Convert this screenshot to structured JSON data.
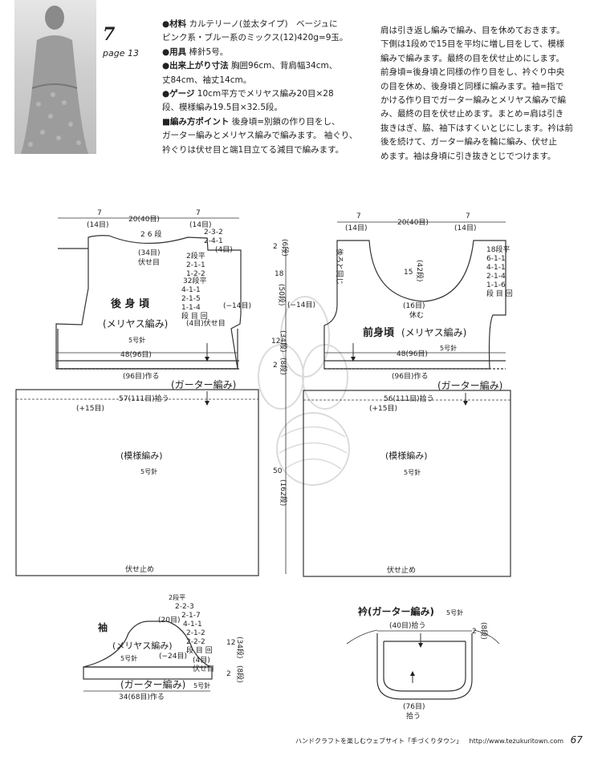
{
  "header": {
    "number": "7",
    "page_ref": "page 13"
  },
  "instructions_left": [
    {
      "lead": "●材料",
      "text": " カルテリーノ(並太タイプ)　ベージュに"
    },
    {
      "lead": "",
      "text": "ピンク系・ブルー系のミックス(12)420g=9玉。"
    },
    {
      "lead": "●用具",
      "text": " 棒針5号。"
    },
    {
      "lead": "●出来上がり寸法",
      "text": " 胸囲96cm、背肩幅34cm、"
    },
    {
      "lead": "",
      "text": "丈84cm、袖丈14cm。"
    },
    {
      "lead": "●ゲージ",
      "text": " 10cm平方でメリヤス編み20目×28"
    },
    {
      "lead": "",
      "text": "段、模様編み19.5目×32.5段。"
    },
    {
      "lead": "■編み方ポイント",
      "text": " 後身頃=別鎖の作り目をし、"
    },
    {
      "lead": "",
      "text": "ガーター編みとメリヤス編みで編みます。 袖ぐり、"
    },
    {
      "lead": "",
      "text": "衿ぐりは伏せ目と端1目立てる減目で編みます。"
    }
  ],
  "instructions_right": [
    "肩は引き返し編みで編み、目を休めておきます。",
    "下側は1段めで15目を平均に増し目をして、模様",
    "編みで編みます。最終の目を伏せ止めにします。",
    "前身頃=後身頃と同様の作り目をし、衿ぐり中央",
    "の目を休め、後身頃と同様に編みます。袖=指で",
    "かける作り目でガーター編みとメリヤス編みで編",
    "み、最終の目を伏せ止めます。まとめ=肩は引き",
    "抜きはぎ、脇、袖下はすくいとじにします。衿は前",
    "後を続けて、ガーター編みを輪に編み、伏せ止",
    "めます。袖は身頃に引き抜きとじでつけます。"
  ],
  "back": {
    "title": "後 身 頃",
    "stitch": "(メリヤス編み)",
    "needle": "5号針",
    "shoulder_left": "7",
    "shoulder_left_st": "(14目)",
    "neck_width": "20(40目)",
    "shoulder_right": "7",
    "shoulder_right_st": "(14目)",
    "neck_rows_a": "2",
    "neck_rows_b": "6",
    "neck_rows_c": "段",
    "neck_bind": "(34目)",
    "neck_bind2": "伏せ目",
    "shoulder_decs": [
      "2-3-2",
      "2-4-1",
      "(4目)"
    ],
    "neck_decs": [
      "2段平",
      "2-1-1",
      "1-2-2"
    ],
    "arm_decs": [
      "32段平",
      "4-1-1",
      "2-1-5",
      "1-1-4",
      "段 目 回"
    ],
    "arm_bind": "(4目)伏せ目",
    "arm_change": "(−14目)",
    "width": "48(96目)",
    "cast_on": "(96目)作る",
    "garter": "(ガーター編み)"
  },
  "front": {
    "title": "前身頃",
    "stitch": "(メリヤス編み)",
    "needle": "5号針",
    "shoulder_left": "7",
    "shoulder_left_st": "(14目)",
    "neck_width": "20(40目)",
    "shoulder_right": "7",
    "shoulder_right_st": "(14目)",
    "arm_change": "(−14目)",
    "neck_side": "後ろと同じ",
    "neck_depth": "15",
    "neck_depth_rows": "(42段)",
    "neck_rest": "(16目)",
    "neck_rest2": "休む",
    "neck_decs": [
      "18段平",
      "6-1-1",
      "4-1-1",
      "2-1-4",
      "1-1-6",
      "段 目 回"
    ],
    "width": "48(96目)",
    "cast_on": "(96目)作る",
    "garter": "(ガーター編み)"
  },
  "center_dims": {
    "top_rows": "2",
    "top_rows_st": "(6段)",
    "armhole": "18",
    "armhole_rows": "(50段)",
    "body": "12",
    "body_rows": "(34段)",
    "garter": "2",
    "garter_rows": "(8段)",
    "skirt": "50",
    "skirt_rows": "(162段)"
  },
  "back_skirt": {
    "pickup": "57(111目)拾う",
    "increase": "(+15目)",
    "pattern": "(模様編み)",
    "needle": "5号針",
    "bindoff": "伏せ止め"
  },
  "front_skirt": {
    "pickup": "56(111目)拾う",
    "increase": "(+15目)",
    "pattern": "(模様編み)",
    "needle": "5号針",
    "bindoff": "伏せ止め"
  },
  "sleeve": {
    "label": "袖",
    "top": "(20目)",
    "stitch": "(メリヤス編み)",
    "needle": "5号針",
    "change": "(−24目)",
    "decs": [
      "2段平",
      "2-2-3",
      "2-1-7",
      "4-1-1",
      "2-1-2",
      "2-2-2",
      "段 目 回"
    ],
    "bind": "(4目)",
    "bind2": "伏せ目",
    "cap": "12",
    "cap_rows": "(34段)",
    "garter_h": "2",
    "garter_rows": "(8段)",
    "garter": "(ガーター編み)",
    "garter_needle": "5号針",
    "cast_on": "34(68目)作る"
  },
  "collar": {
    "label": "衿(ガーター編み)",
    "needle": "5号針",
    "pickup_back": "(40目)拾う",
    "height": "2",
    "height_rows": "(8段)",
    "pickup_front": "(76目)",
    "pickup_front2": "拾う"
  },
  "footer": {
    "text": "ハンドクラフトを楽しむウェブサイト「手づくりタウン」",
    "url": "http://www.tezukuritown.com",
    "page": "67"
  }
}
